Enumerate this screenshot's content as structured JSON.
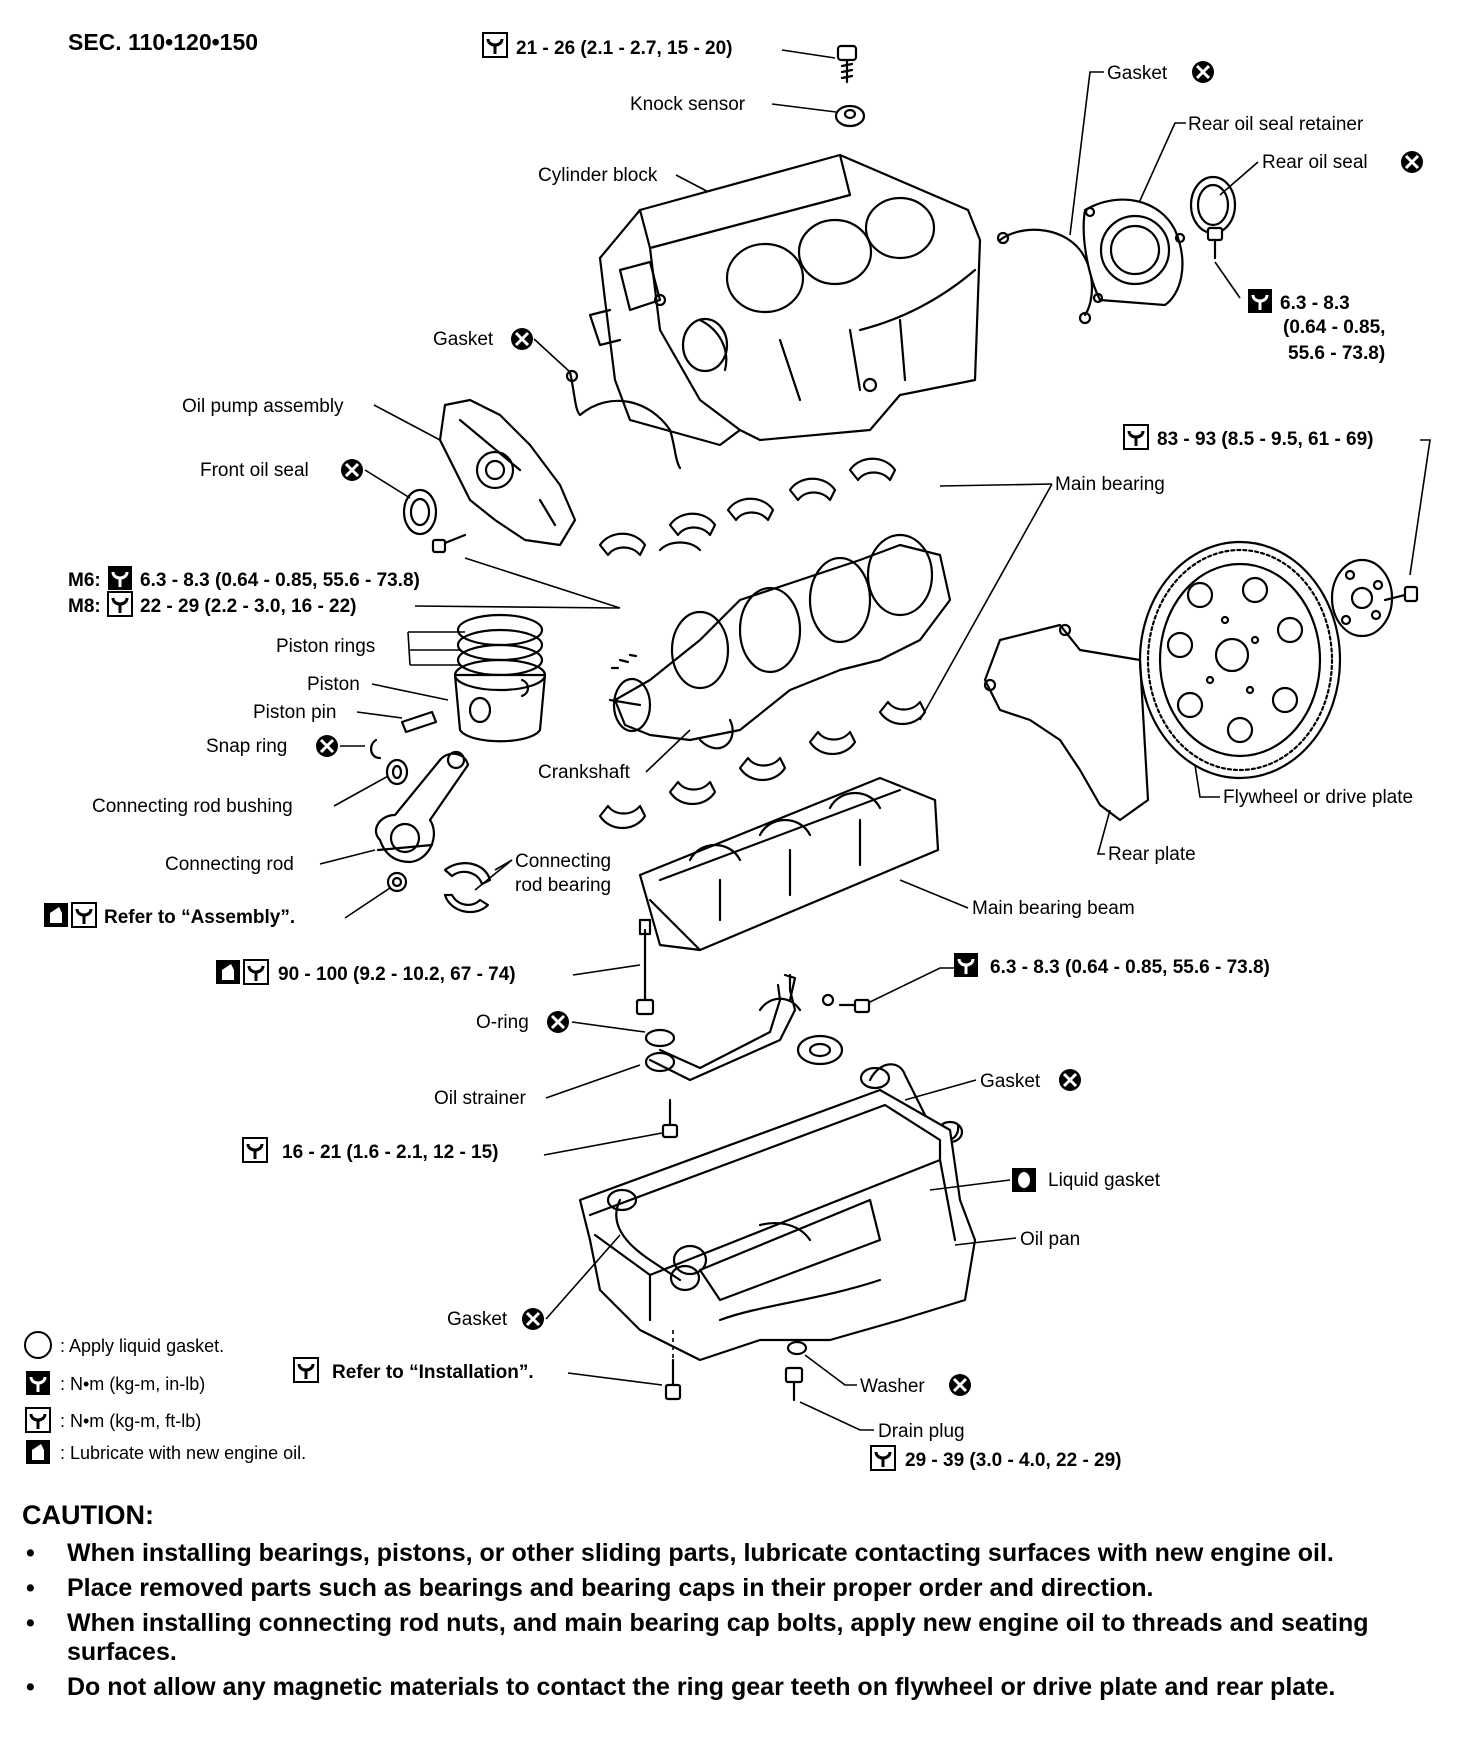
{
  "section": "SEC. 110•120•150",
  "labels": {
    "torque_top": "21 - 26 (2.1 - 2.7, 15 - 20)",
    "knock_sensor": "Knock sensor",
    "cylinder_block": "Cylinder block",
    "gasket_top": "Gasket",
    "rear_oil_seal_retainer": "Rear oil seal retainer",
    "rear_oil_seal": "Rear oil seal",
    "torque_rear_1": "6.3 - 8.3",
    "torque_rear_2": "(0.64 - 0.85,",
    "torque_rear_3": "55.6 - 73.8)",
    "gasket_left": "Gasket",
    "oil_pump_assembly": "Oil pump assembly",
    "front_oil_seal": "Front oil seal",
    "torque_flywheel": "83 - 93 (8.5 - 9.5, 61 - 69)",
    "main_bearing": "Main bearing",
    "m6_prefix": "M6:",
    "m6_torque": "6.3 - 8.3 (0.64 - 0.85, 55.6 - 73.8)",
    "m8_prefix": "M8:",
    "m8_torque": "22 - 29 (2.2 - 3.0, 16 - 22)",
    "piston_rings": "Piston rings",
    "piston": "Piston",
    "piston_pin": "Piston pin",
    "snap_ring": "Snap ring",
    "crankshaft": "Crankshaft",
    "connecting_rod_bushing": "Connecting rod bushing",
    "connecting_rod": "Connecting rod",
    "connecting_rod_bearing_1": "Connecting",
    "connecting_rod_bearing_2": "rod bearing",
    "refer_assembly": "Refer to “Assembly”.",
    "flywheel": "Flywheel or drive plate",
    "rear_plate": "Rear plate",
    "main_bearing_beam": "Main bearing beam",
    "torque_beam": "90 - 100 (9.2 - 10.2, 67 - 74)",
    "torque_strainer_bolt": "6.3 - 8.3 (0.64 - 0.85, 55.6 - 73.8)",
    "o_ring": "O-ring",
    "oil_strainer": "Oil strainer",
    "gasket_right": "Gasket",
    "torque_strainer": "16 - 21 (1.6 - 2.1, 12 - 15)",
    "liquid_gasket": "Liquid gasket",
    "oil_pan": "Oil pan",
    "gasket_bottom": "Gasket",
    "refer_installation": "Refer to “Installation”.",
    "washer": "Washer",
    "drain_plug": "Drain plug",
    "torque_drain": "29 - 39 (3.0 - 4.0, 22 - 29)"
  },
  "legend": [
    {
      "icon": "liquid-gasket-circle-icon",
      "text": ": Apply liquid gasket."
    },
    {
      "icon": "torque-wrench-inlb-icon",
      "text": ": N•m (kg-m, in-lb)"
    },
    {
      "icon": "torque-wrench-ftlb-icon",
      "text": ": N•m (kg-m, ft-lb)"
    },
    {
      "icon": "oil-can-icon",
      "text": ": Lubricate with new engine oil."
    }
  ],
  "caution": {
    "title": "CAUTION:",
    "items": [
      "When installing bearings, pistons, or other sliding parts, lubricate contacting surfaces with new engine oil.",
      "Place removed parts such as bearings and bearing caps in their proper order and direction.",
      "When installing connecting rod nuts, and main bearing cap bolts, apply new engine oil to threads and seating surfaces.",
      "Do not allow any magnetic materials to contact the ring gear teeth on flywheel or drive plate and rear plate."
    ]
  }
}
